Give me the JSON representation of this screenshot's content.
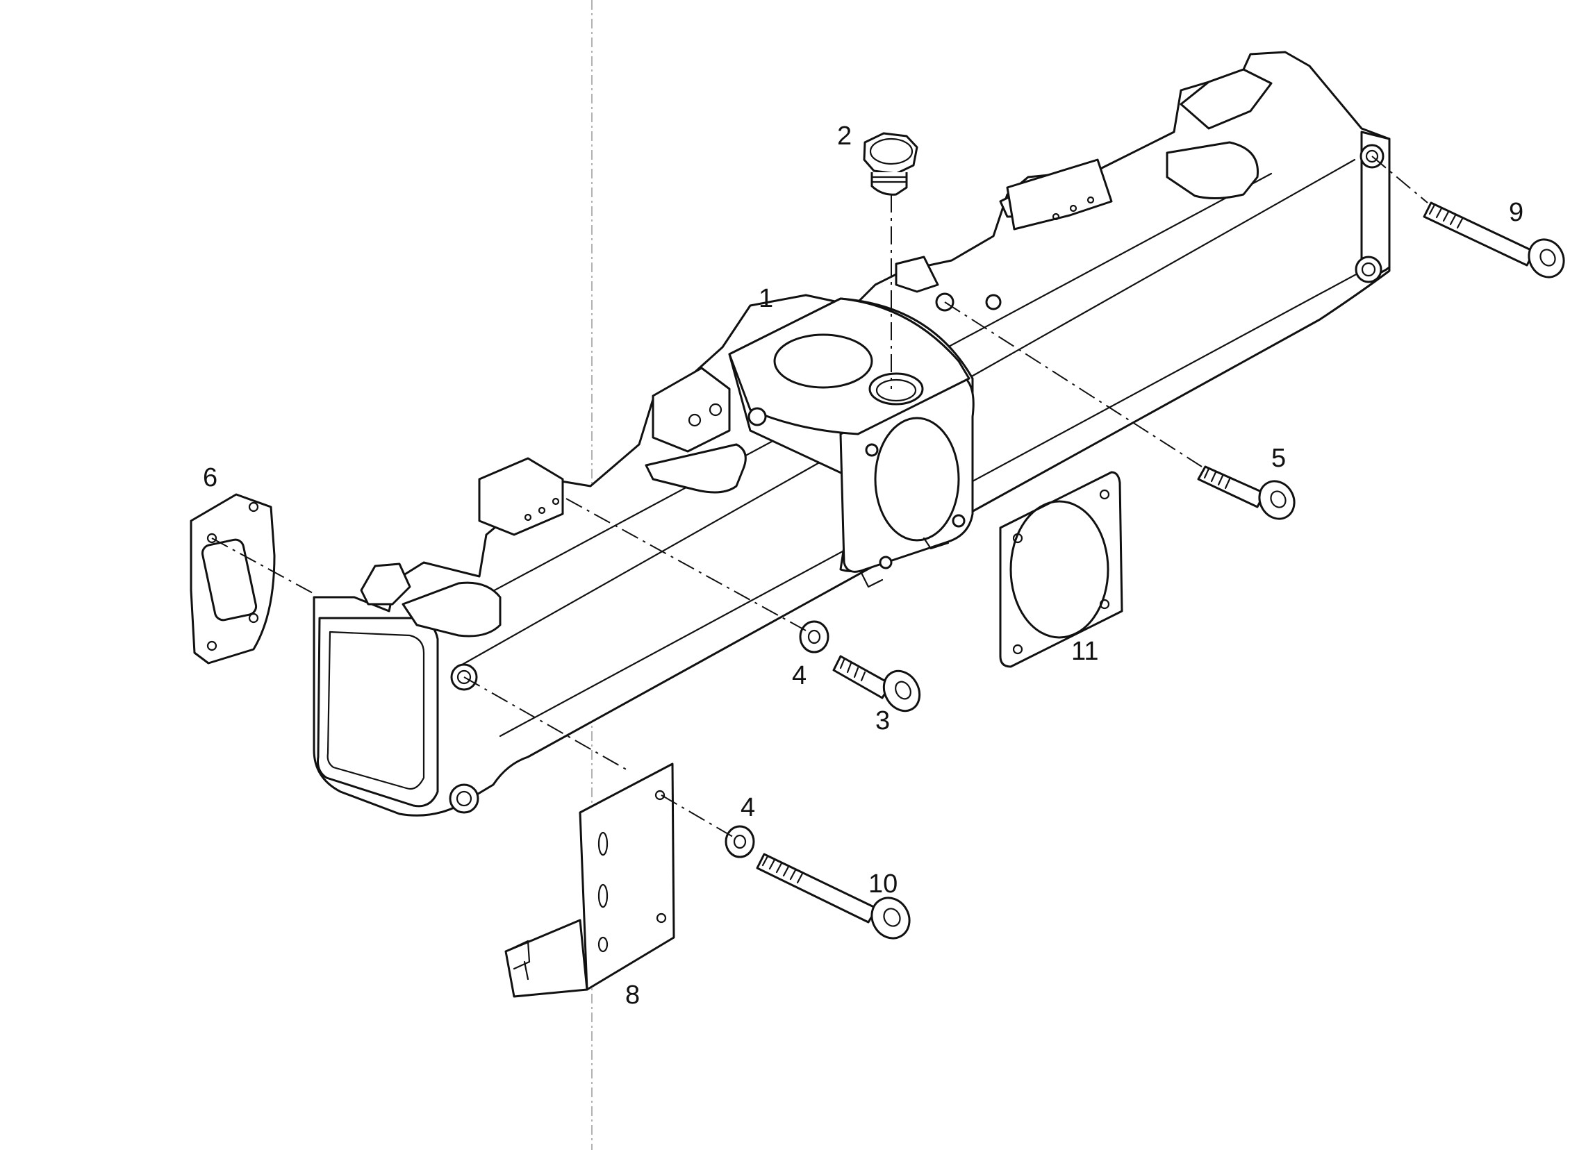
{
  "labels": {
    "p1": "1",
    "p2": "2",
    "p3": "3",
    "p4a": "4",
    "p4b": "4",
    "p5": "5",
    "p6": "6",
    "p8": "8",
    "p9": "9",
    "p10": "10",
    "p11": "11"
  }
}
